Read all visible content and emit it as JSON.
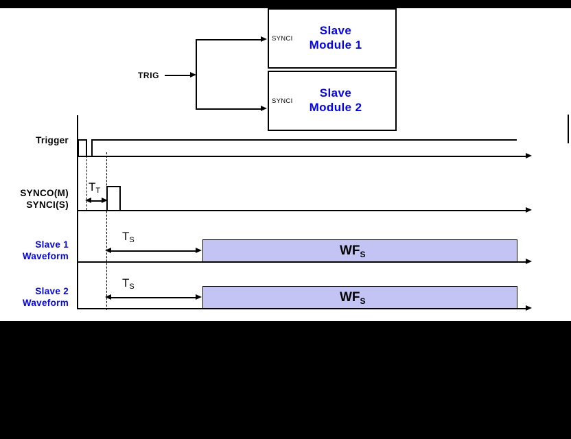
{
  "diagram": {
    "title": "Master/Slave trigger and sync timing diagram",
    "colors": {
      "blue_text": "#0000ff",
      "waveform_fill": "#c3c3f4",
      "line": "#000000",
      "canvas": "#ffffff",
      "border": "#000000"
    },
    "block_diagram": {
      "trig_label": "TRIG",
      "modules": [
        {
          "port": "SYNCI",
          "line1": "Slave",
          "line2": "Module 1"
        },
        {
          "port": "SYNCI",
          "line1": "Slave",
          "line2": "Module 2"
        }
      ]
    },
    "timing": {
      "rows": [
        {
          "label_line1": "Trigger",
          "label_line2": "",
          "color": "black"
        },
        {
          "label_line1": "SYNCO(M)",
          "label_line2": "SYNCI(S)",
          "color": "black"
        },
        {
          "label_line1": "Slave 1",
          "label_line2": "Waveform",
          "color": "blue"
        },
        {
          "label_line1": "Slave 2",
          "label_line2": "Waveform",
          "color": "blue"
        }
      ],
      "annotations": {
        "tt_base": "T",
        "tt_sub": "T",
        "ts_base": "T",
        "ts_sub": "S"
      },
      "waveform_blocks": [
        {
          "base": "WF",
          "sub": "S"
        },
        {
          "base": "WF",
          "sub": "S"
        }
      ]
    }
  }
}
